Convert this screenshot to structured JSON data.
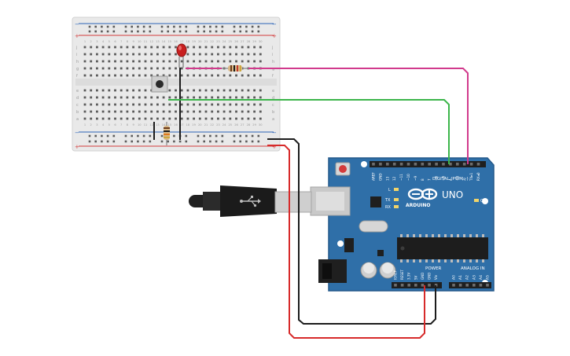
{
  "colors": {
    "board": "#2f6fa8",
    "board_edge": "#24598a",
    "breadboard": "#e9e9e9",
    "power_red": "#d33b3b",
    "power_blue": "#2b63b8",
    "wire_red": "#d72a2a",
    "wire_black": "#1c1c1c",
    "wire_green": "#3cb54a",
    "wire_pink": "#d13a8c",
    "led": "#c81f1f"
  },
  "breadboard": {
    "rail_plus": "+",
    "rail_minus": "−",
    "row_letters_top": [
      "j",
      "i",
      "h",
      "g",
      "f"
    ],
    "row_letters_bottom": [
      "e",
      "d",
      "c",
      "b",
      "a"
    ],
    "column_numbers": [
      "1",
      "2",
      "3",
      "4",
      "5",
      "6",
      "7",
      "8",
      "9",
      "10",
      "11",
      "12",
      "13",
      "14",
      "15",
      "16",
      "17",
      "18",
      "19",
      "20",
      "21",
      "22",
      "23",
      "24",
      "25",
      "26",
      "27",
      "28",
      "29",
      "30"
    ]
  },
  "arduino": {
    "brand": "ARDUINO",
    "model": "UNO",
    "on_label": "ON",
    "digital_label": "DIGITAL (PWM~)",
    "power_label": "POWER",
    "analog_label": "ANALOG IN",
    "led_labels": [
      "L",
      "TX",
      "RX"
    ],
    "digital_pins": [
      "AREF",
      "GND",
      "13",
      "12",
      "~11",
      "~10",
      "~9",
      "8",
      "7",
      "~6",
      "~5",
      "4",
      "~3",
      "2",
      "TX▸1",
      "RX◂0"
    ],
    "power_pins": [
      "IOREF",
      "RESET",
      "3.3V",
      "5V",
      "GND",
      "GND",
      "Vin"
    ],
    "analog_pins": [
      "A0",
      "A1",
      "A2",
      "A3",
      "A4",
      "A5"
    ]
  },
  "icons": {
    "usb_symbol": "usb-icon",
    "infinity_logo": "arduino-infinity-icon"
  }
}
